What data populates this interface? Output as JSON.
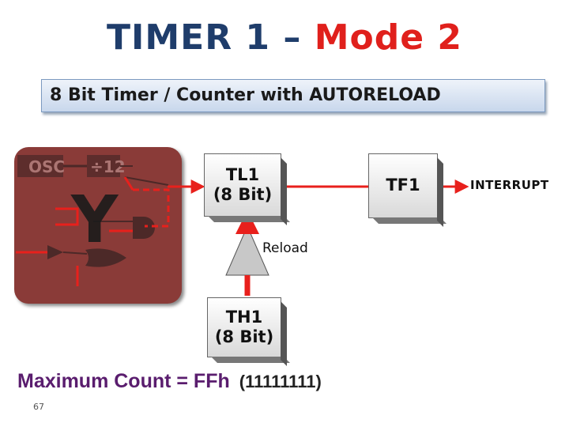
{
  "title": {
    "part1": "TIMER 1 –",
    "part2": "Mode 2"
  },
  "subtitle": "8 Bit Timer / Counter with AUTORELOAD",
  "control_panel": {
    "osc_label": "OSC",
    "div_label": "÷12",
    "big_letter": "Y"
  },
  "blocks": {
    "tl1": {
      "line1": "TL1",
      "line2": "(8 Bit)"
    },
    "tf1": {
      "label": "TF1"
    },
    "th1": {
      "line1": "TH1",
      "line2": "(8 Bit)"
    }
  },
  "labels": {
    "reload": "Reload",
    "interrupt": "INTERRUPT"
  },
  "footer": {
    "max_count": "Maximum Count = FFh",
    "max_count_binary": "(11111111)",
    "page_number": "67"
  },
  "colors": {
    "title_blue": "#1f3d6b",
    "title_red": "#e0201c",
    "signal_red": "#e8201c",
    "panel": "#8a3b38",
    "footer_purple": "#5a1d6e"
  }
}
